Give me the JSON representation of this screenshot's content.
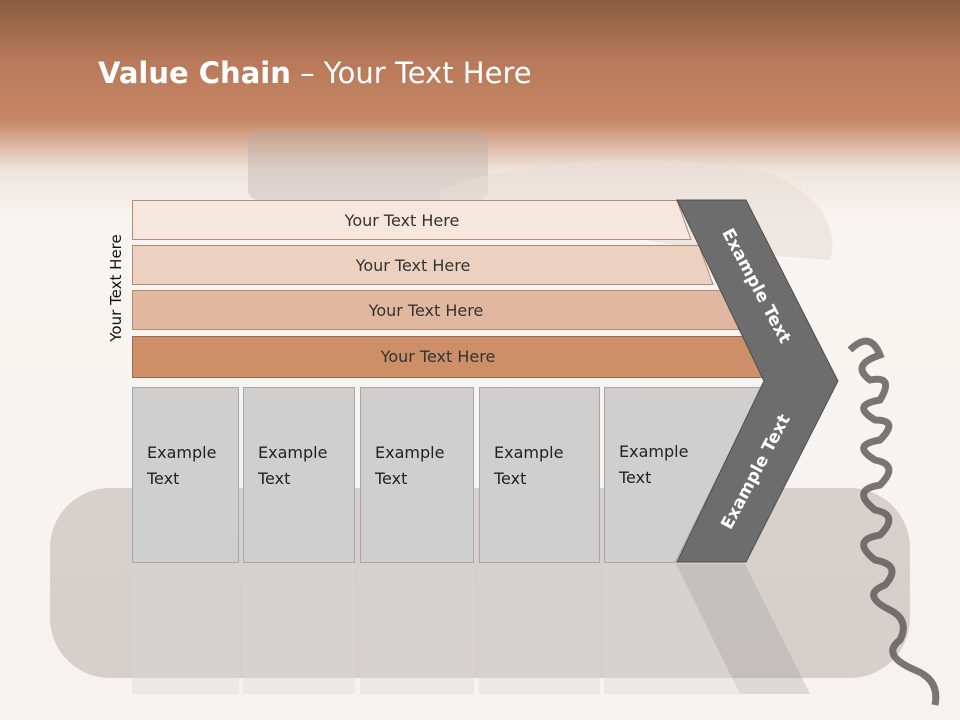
{
  "slide": {
    "title_bold": "Value Chain",
    "title_rest": " – Your Text Here",
    "side_label": "Your Text Here"
  },
  "bars": [
    {
      "label": "Your Text Here",
      "color": "#f5e6de"
    },
    {
      "label": "Your Text Here",
      "color": "#ecd1c1"
    },
    {
      "label": "Your Text Here",
      "color": "#e1b89f"
    },
    {
      "label": "Your Text Here",
      "color": "#cc8f68"
    }
  ],
  "boxes": [
    {
      "line1": "Example",
      "line2": "Text"
    },
    {
      "line1": "Example",
      "line2": "Text"
    },
    {
      "line1": "Example",
      "line2": "Text"
    },
    {
      "line1": "Example",
      "line2": "Text"
    },
    {
      "line1": "Example",
      "line2": "Text"
    }
  ],
  "chevron": {
    "upper_label": "Example Text",
    "lower_label": "Example Text",
    "color": "#6d6d6d"
  }
}
